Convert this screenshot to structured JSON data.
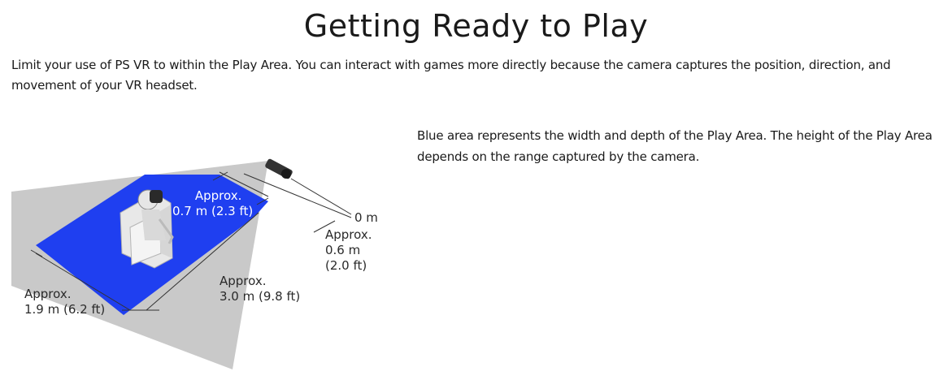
{
  "title": "Getting Ready to Play",
  "intro": "Limit your use of PS VR to within the Play Area. You can interact with games more directly because the camera captures the position, direction, and movement of your VR headset.",
  "diagram": {
    "colors": {
      "play_area": "#1f3ff0",
      "camera_field": "#c9c9c9",
      "chair": "#e2e2e2",
      "lines": "#333333"
    },
    "labels": {
      "headset_distance_l1": "Approx.",
      "headset_distance_l2": "0.7 m (2.3 ft)",
      "camera_zero": "0 m",
      "front_gap_l1": "Approx.",
      "front_gap_l2": "0.6 m",
      "front_gap_l3": "(2.0 ft)",
      "depth_l1": "Approx.",
      "depth_l2": "3.0 m (9.8 ft)",
      "width_l1": "Approx.",
      "width_l2": "1.9 m (6.2 ft)"
    }
  },
  "caption": "Blue area represents the width and depth of the Play Area. The height of the Play Area depends on the range captured by the camera."
}
